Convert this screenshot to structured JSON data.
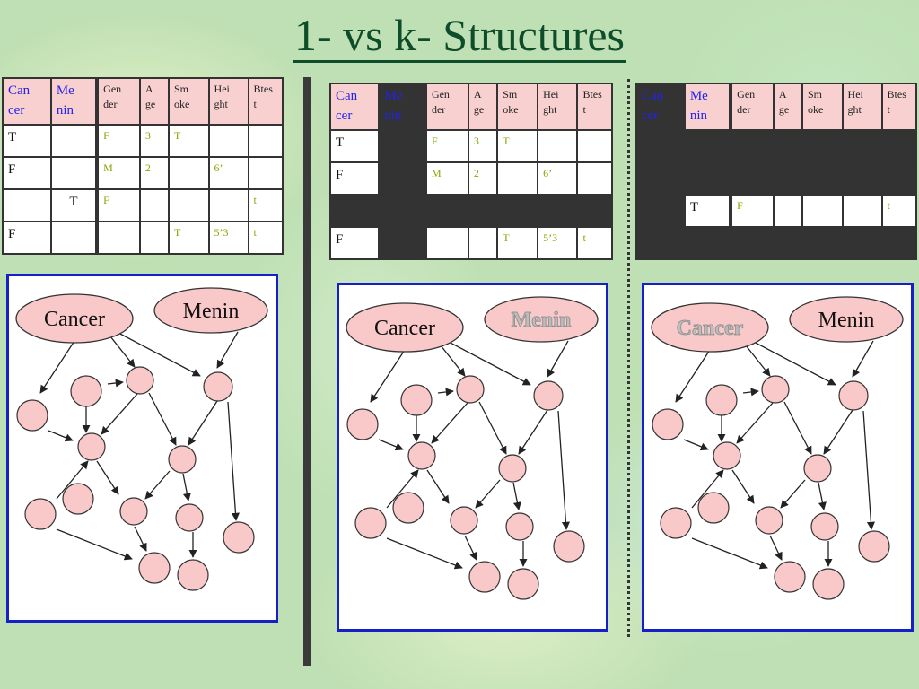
{
  "title": "1- vs k- Structures",
  "table_headers": [
    "Can cer",
    "Me nin",
    "Gen der",
    "A ge",
    "Sm oke",
    "Hei ght",
    "Btes t"
  ],
  "table_rows": [
    [
      "T",
      "",
      "F",
      "3",
      "T",
      "",
      ""
    ],
    [
      "F",
      "",
      "M",
      "2",
      "",
      "6’",
      ""
    ],
    [
      "",
      "T",
      "F",
      "",
      "",
      "",
      "t"
    ],
    [
      "F",
      "",
      "",
      "",
      "T",
      "5’3",
      "t"
    ]
  ],
  "graphs": [
    {
      "label1": "Cancer",
      "label2": "Menin",
      "faded": ""
    },
    {
      "label1": "Cancer",
      "label2": "Menin",
      "faded": "label2"
    },
    {
      "label1": "Cancer",
      "label2": "Menin",
      "faded": "label1"
    }
  ],
  "colors": {
    "node_fill": "#f9c8c8",
    "table_header_fill": "#f9d0d0",
    "box_border": "#1520c8",
    "title_color": "#0d4d2a",
    "value_color": "#8aa400",
    "header_blue": "#2222ee"
  }
}
